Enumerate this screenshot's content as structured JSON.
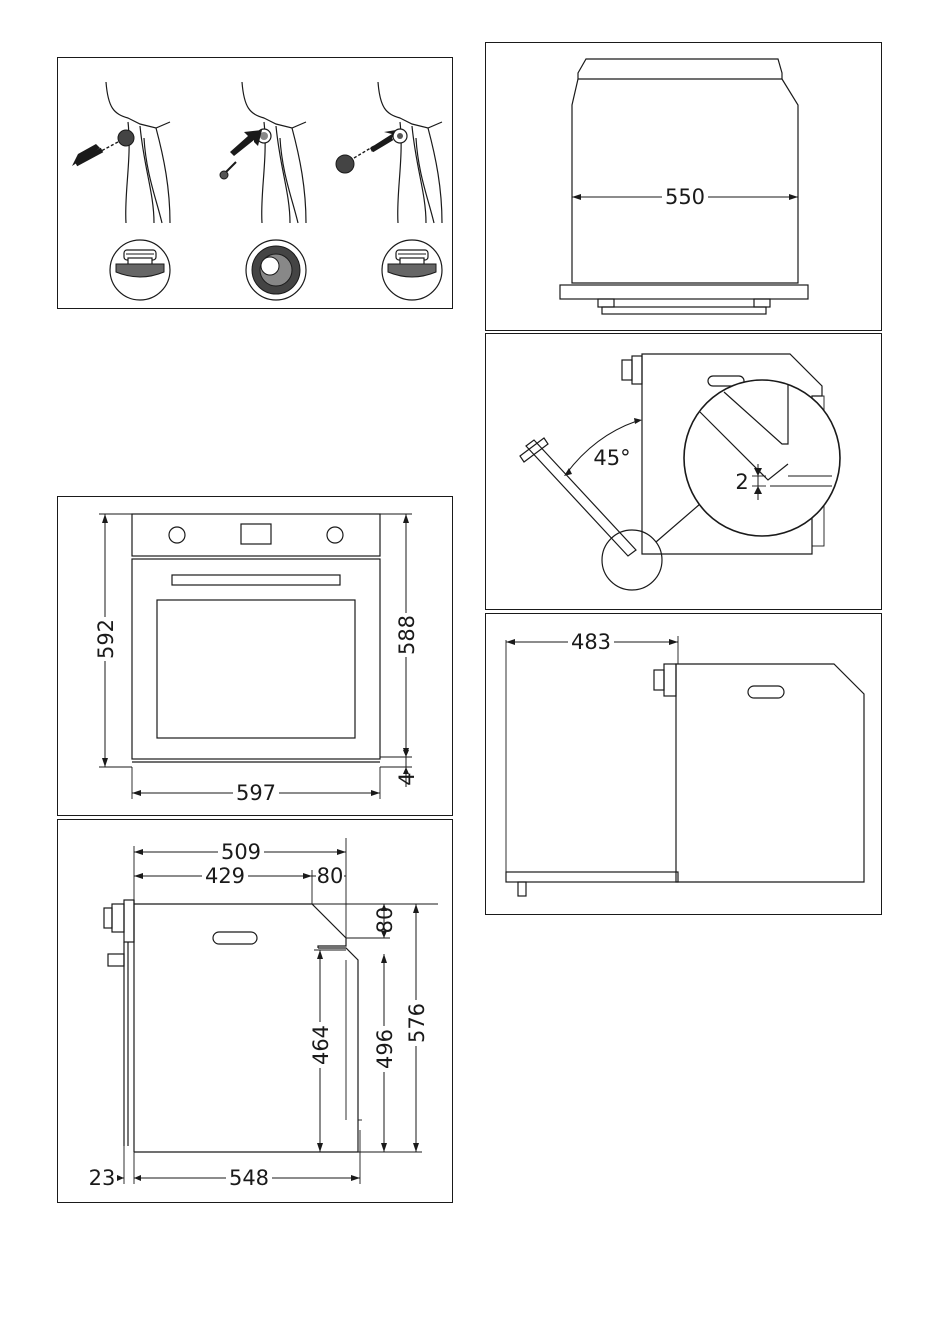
{
  "panel_plug": {
    "step1": "remove-cap",
    "step2": "insert-screw",
    "step3": "insert-cap"
  },
  "panel_front": {
    "dim_height_left": "592",
    "dim_height_right": "588",
    "dim_bottom_gap": "4",
    "dim_width": "597"
  },
  "panel_side": {
    "dim_depth_total": "509",
    "dim_depth_body": "429",
    "dim_top_step": "80",
    "dim_top_drop": "80",
    "dim_height_total": "576",
    "dim_height_mid": "496",
    "dim_height_inner": "464",
    "dim_front_thickness": "23",
    "dim_depth_bottom": "548"
  },
  "panel_top": {
    "dim_width": "550"
  },
  "panel_door": {
    "dim_angle": "45°",
    "dim_gap": "2"
  },
  "panel_rail": {
    "dim_depth": "483"
  }
}
